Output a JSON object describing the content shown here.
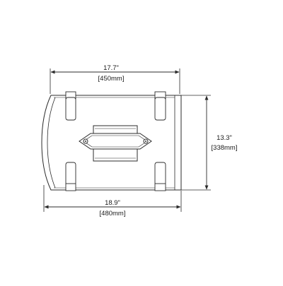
{
  "dimensions": {
    "top_width": {
      "inches": "17.7\"",
      "mm": "[450mm]"
    },
    "bottom_width": {
      "inches": "18.9\"",
      "mm": "[480mm]"
    },
    "height": {
      "inches": "13.3\"",
      "mm": "[338mm]"
    }
  },
  "colors": {
    "line": "#2b2b2b",
    "panel_fill": "#ffffff"
  }
}
